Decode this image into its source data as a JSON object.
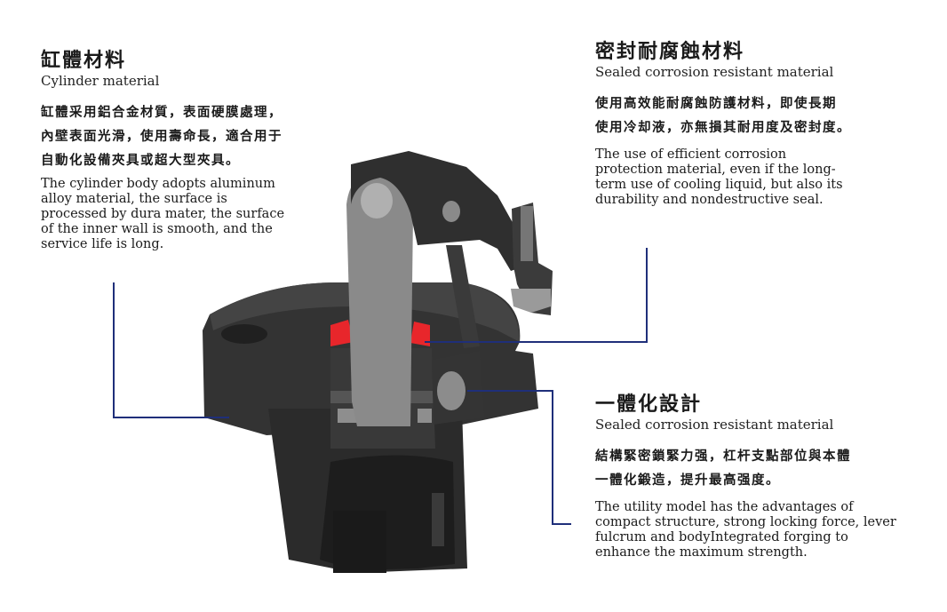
{
  "cylinder": {
    "title_zh": "缸體材料",
    "title_en": "Cylinder material",
    "desc_zh": [
      "缸體采用鋁合金材質，表面硬膜處理，",
      "內壁表面光滑，使用壽命長，適合用于",
      "自動化設備夾具或超大型夾具。"
    ],
    "desc_en": [
      "The cylinder body adopts aluminum",
      "alloy material, the surface is",
      "processed by dura mater, the surface",
      "of the inner wall is smooth, and the",
      "service life is long."
    ]
  },
  "corrosion": {
    "title_zh": "密封耐腐蝕材料",
    "title_en": "Sealed corrosion resistant material",
    "desc_zh": [
      "使用高效能耐腐蝕防護材料，即使長期",
      "使用冷却液，亦無損其耐用度及密封度。"
    ],
    "desc_en": [
      "The use of efficient corrosion",
      "protection material, even if the long-",
      "term use of cooling liquid, but also its",
      "durability and nondestructive seal."
    ]
  },
  "integrated": {
    "title_zh": "一體化設計",
    "title_en": "Sealed corrosion resistant material",
    "desc_zh": [
      "結構緊密鎖緊力强，杠杆支點部位與本體",
      "一體化鍛造，提升最高强度。"
    ],
    "desc_en": [
      "The utility model has the advantages of",
      "compact structure, strong locking force, lever",
      "fulcrum and bodyIntegrated forging to",
      "enhance the maximum strength."
    ]
  },
  "colors": {
    "leader_line": "#1f2f7a",
    "metal_dark": "#2a2a2a",
    "metal_light": "#8c8c8c",
    "seal_red": "#e8262b"
  }
}
